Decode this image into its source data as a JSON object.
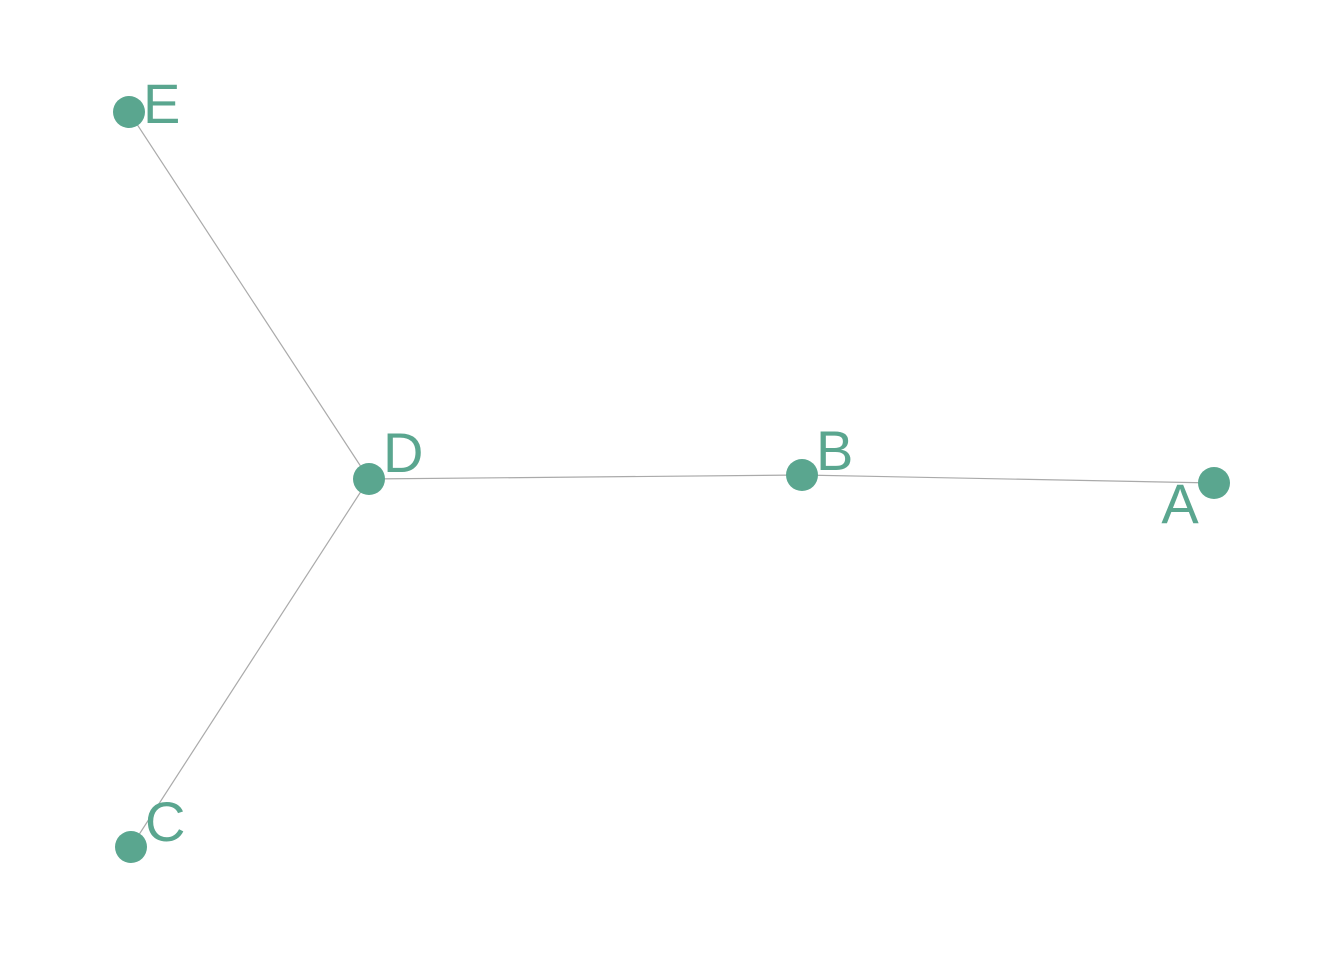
{
  "graph": {
    "node_color": "#5aa68f",
    "edge_color": "#aaaaaa",
    "background": "#ffffff",
    "nodes": [
      {
        "id": "A",
        "label": "A"
      },
      {
        "id": "B",
        "label": "B"
      },
      {
        "id": "C",
        "label": "C"
      },
      {
        "id": "D",
        "label": "D"
      },
      {
        "id": "E",
        "label": "E"
      }
    ],
    "edges": [
      {
        "source": "E",
        "target": "D"
      },
      {
        "source": "D",
        "target": "C"
      },
      {
        "source": "D",
        "target": "B"
      },
      {
        "source": "B",
        "target": "A"
      }
    ]
  }
}
